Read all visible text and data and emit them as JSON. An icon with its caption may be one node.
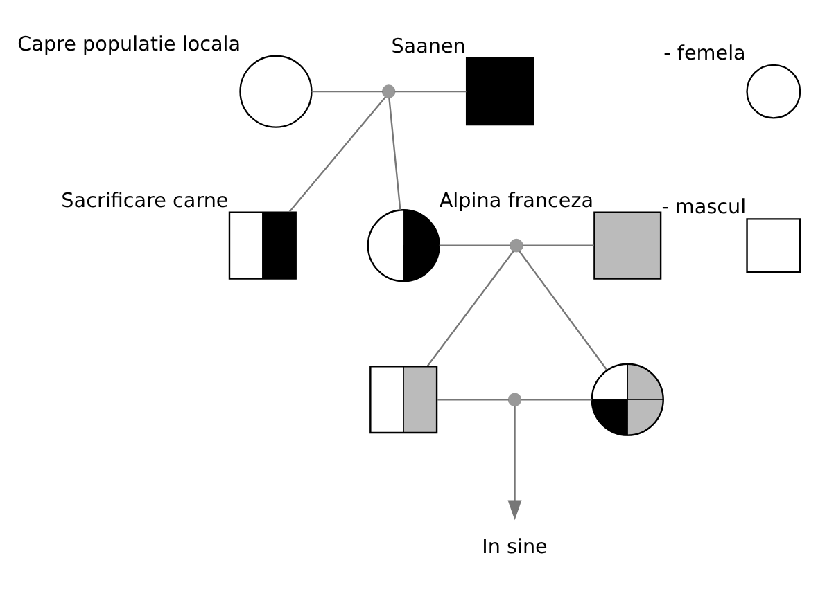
{
  "diagram": {
    "nodes": [
      {
        "text": [
          "Capre populatie locala"
        ]
      },
      {
        "text": [
          "Saanen"
        ]
      },
      {
        "text": [],
        "shape": "cross"
      },
      {
        "text": [
          "Sacrificare carne"
        ]
      },
      {
        "text": [],
        "shape": "circle"
      },
      {
        "text": [
          "Alpina franceza"
        ]
      },
      {
        "text": [],
        "shape": "cross"
      },
      {
        "text": [],
        "shape": "box"
      },
      {
        "text": [],
        "shape": "circle"
      },
      {
        "text": [],
        "shape": "cross"
      },
      {
        "text": [
          "In sine"
        ]
      }
    ],
    "edges": [
      {
        "from": 0,
        "to": 2,
        "arrow": "none"
      },
      {
        "from": 2,
        "to": 1,
        "arrow": "none"
      },
      {
        "from": 2,
        "to": 3,
        "arrow": "none"
      },
      {
        "from": 2,
        "to": 4,
        "arrow": "none"
      },
      {
        "from": 4,
        "to": 6,
        "arrow": "none"
      },
      {
        "from": 6,
        "to": 5,
        "arrow": "none"
      },
      {
        "from": 6,
        "to": 7,
        "arrow": "none"
      },
      {
        "from": 6,
        "to": 8,
        "arrow": "none"
      },
      {
        "from": 7,
        "to": 9,
        "arrow": "none"
      },
      {
        "from": 9,
        "to": 8,
        "arrow": "none"
      },
      {
        "from": 9,
        "to": 10,
        "arrow": "to"
      }
    ],
    "legend": [
      {
        "text": "- femela"
      },
      {
        "text": "- mascul"
      }
    ]
  }
}
